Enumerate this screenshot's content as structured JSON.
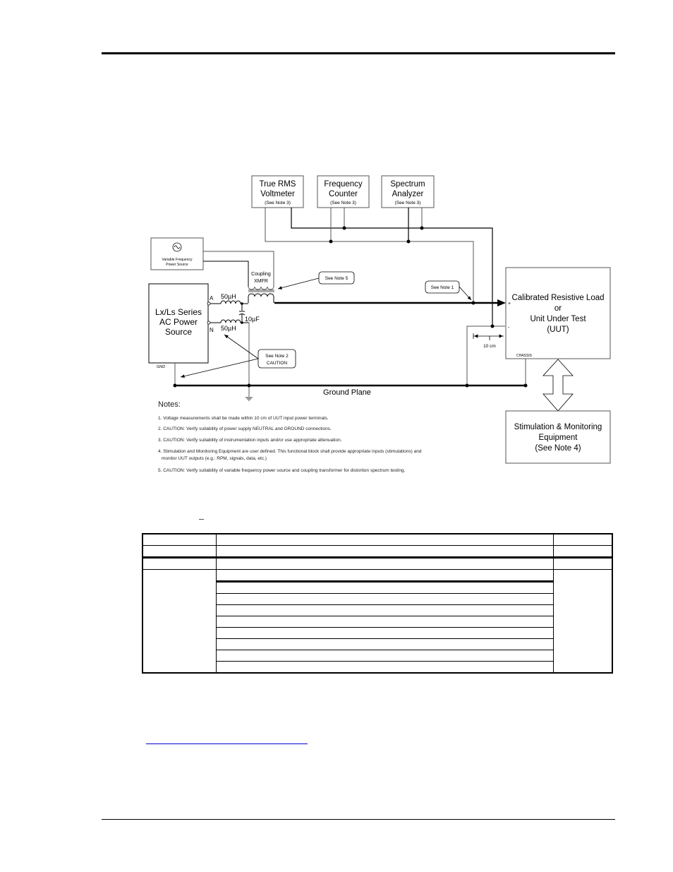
{
  "diagram": {
    "instruments": [
      {
        "line1": "True RMS",
        "line2": "Voltmeter",
        "note": "(See Note 3)"
      },
      {
        "line1": "Frequency",
        "line2": "Counter",
        "note": "(See Note 3)"
      },
      {
        "line1": "Spectrum",
        "line2": "Analyzer",
        "note": "(See Note 3)"
      }
    ],
    "var_freq_source": {
      "line1": "Variable Frequency",
      "line2": "Power Source",
      "icon": "sine-wave-icon"
    },
    "coupling": {
      "line1": "Coupling",
      "line2": "XMFR"
    },
    "ac_source": {
      "line1": "Lx/Ls Series",
      "line2": "AC Power",
      "line3": "Source",
      "gnd": "GND"
    },
    "terminals": {
      "a": "A",
      "n": "N"
    },
    "inductor_a": "50µH",
    "inductor_n": "50µH",
    "capacitor": "10µF",
    "callouts": {
      "note5": "See Note 5",
      "note1": "See Note 1",
      "note2_line1": "See Note 2",
      "note2_line2": "CAUTION"
    },
    "load": {
      "line1": "Calibrated Resistive Load",
      "line2": "or",
      "line3": "Unit Under Test",
      "line4": "(UUT)",
      "chassis": "CHASSIS",
      "plus": "+",
      "minus": "-"
    },
    "dimension": "10 cm",
    "ground_plane": "Ground Plane",
    "stim": {
      "line1": "Stimulation & Monitoring",
      "line2": "Equipment",
      "line3": "(See Note 4)"
    },
    "notes_title": "Notes:",
    "notes": [
      "1. Voltage measurements shall be made within 10 cm of UUT input power terminals.",
      "2. CAUTION: Verify suitability of power supply NEUTRAL and GROUND connections.",
      "3. CAUTION: Verify suitability of instrumentation inputs and/or use appropriate attenuation.",
      "4. Stimulation and Monitoring Equipment are user defined. This functional block shall provide appropriate inputs (stimulations) and",
      "monitor UUT outputs (e.g.: RPM, signals, data, etc.)",
      "5. CAUTION: Verify suitability of variable frequency power source and coupling transformer for distortion spectrum testing."
    ]
  },
  "table": {
    "rows": [
      [
        "",
        "",
        ""
      ],
      [
        "",
        "",
        ""
      ],
      [
        "",
        "",
        ""
      ],
      [
        "",
        "",
        ""
      ],
      [
        "",
        ""
      ],
      [
        "",
        ""
      ],
      [
        "",
        ""
      ],
      [
        "",
        ""
      ],
      [
        "",
        ""
      ],
      [
        "",
        ""
      ],
      [
        "",
        ""
      ]
    ]
  },
  "colors": {
    "link": "#0000cc",
    "line": "#000000",
    "thin_line": "#555555"
  }
}
